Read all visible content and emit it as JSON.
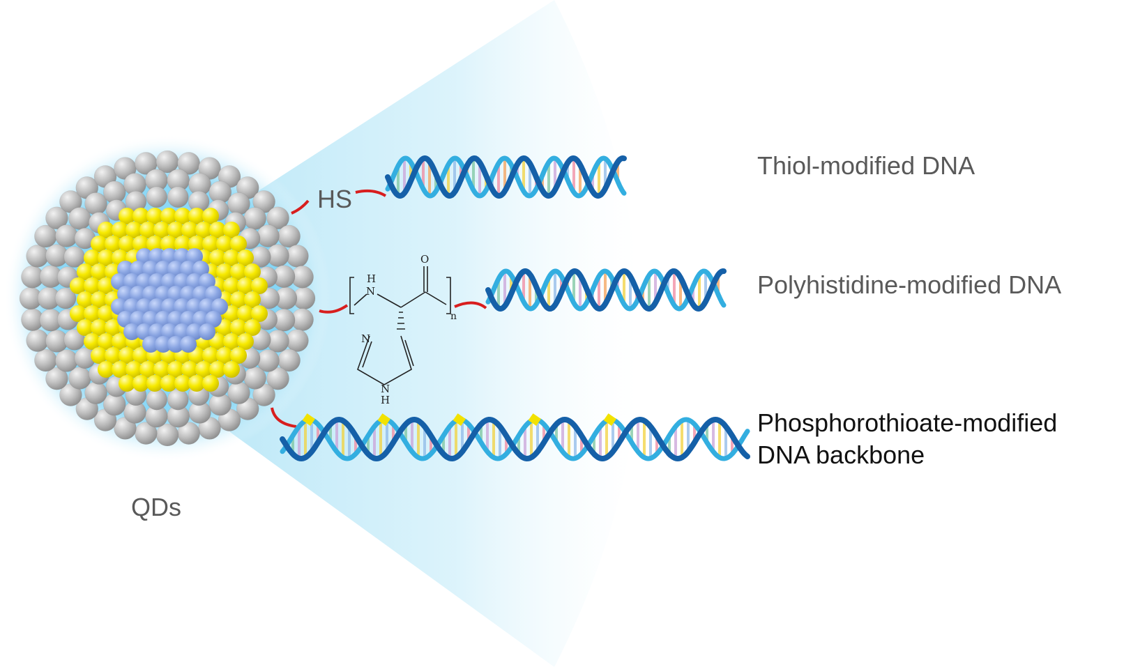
{
  "colors": {
    "shell_outer": "#b8b8b8",
    "shell_middle": "#f5e800",
    "core": "#8aa5e2",
    "glow": "#7fd3f5",
    "fan": "#bfe9f8",
    "linker": "#d81e1e",
    "dna_strand_dark": "#1560a8",
    "dna_strand_light": "#33aee0",
    "phosphorothioate_mark": "#f2e200"
  },
  "icons": [
    "quantum-dot-sphere-icon",
    "dna-double-helix-icon",
    "histidine-structure-icon"
  ],
  "quantum_dot": {
    "label": "QDs"
  },
  "ligands": [
    {
      "id": "thiol",
      "label_lines": [
        "Thiol-modified DNA"
      ],
      "group": "HS"
    },
    {
      "id": "polyhistidine",
      "label_lines": [
        "Polyhistidine-modified DNA"
      ],
      "structure": {
        "atoms": [
          "H",
          "N",
          "O",
          "N",
          "N",
          "H"
        ],
        "repeat_subscript": "n"
      }
    },
    {
      "id": "phosphorothioate",
      "label_lines": [
        "Phosphorothioate-modified",
        "DNA backbone"
      ]
    }
  ]
}
